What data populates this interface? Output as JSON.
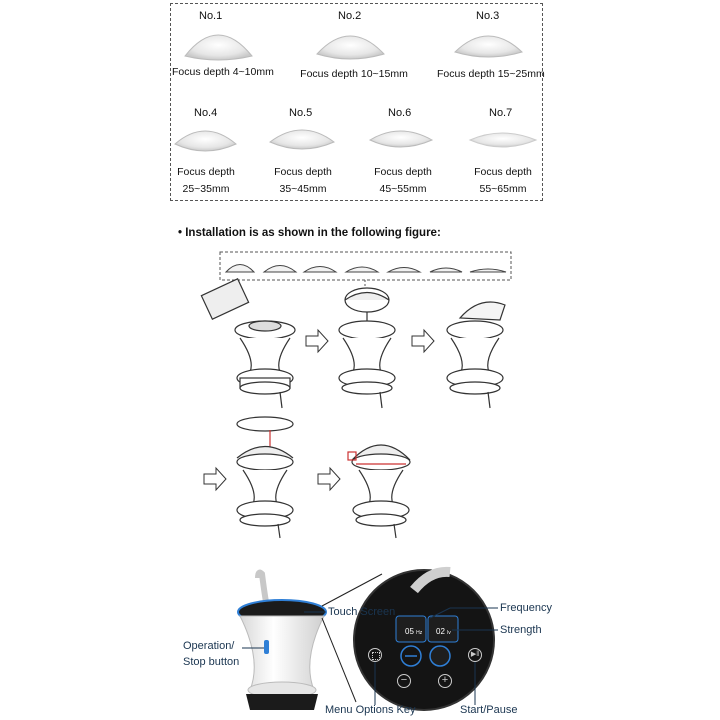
{
  "lenses": [
    {
      "no": "No.1",
      "depth": "Focus depth 4~10mm"
    },
    {
      "no": "No.2",
      "depth": "Focus depth 10~15mm"
    },
    {
      "no": "No.3",
      "depth": "Focus depth 15~25mm"
    },
    {
      "no": "No.4",
      "depth_line1": "Focus depth",
      "depth_line2": "25~35mm"
    },
    {
      "no": "No.5",
      "depth_line1": "Focus depth",
      "depth_line2": "35~45mm"
    },
    {
      "no": "No.6",
      "depth_line1": "Focus depth",
      "depth_line2": "45~55mm"
    },
    {
      "no": "No.7",
      "depth_line1": "Focus depth",
      "depth_line2": "55~65mm"
    }
  ],
  "installation_heading": "• Installation is as shown in the following figure:",
  "callouts": {
    "touch_screen": "Touch Screen",
    "frequency": "Frequency",
    "strength": "Strength",
    "operation_line1": "Operation/",
    "operation_line2": "Stop button",
    "menu_key": "Menu Options Key",
    "start_pause": "Start/Pause"
  },
  "screen": {
    "frequency_value": "05",
    "frequency_unit": "Hz",
    "strength_value": "02",
    "strength_unit": "lv"
  },
  "colors": {
    "accent_blue": "#2f7fd6",
    "callout_line": "#1a3550",
    "screen_bg": "#111111"
  }
}
